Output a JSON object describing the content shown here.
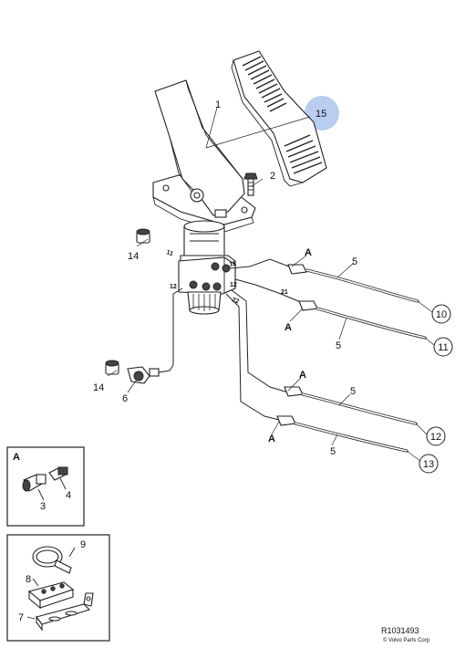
{
  "diagram": {
    "parts": {
      "p1": "1",
      "p2": "2",
      "p3": "3",
      "p4": "4",
      "p5a": "5",
      "p5b": "5",
      "p5c": "5",
      "p5d": "5",
      "p6": "6",
      "p7": "7",
      "p8": "8",
      "p9": "9",
      "p10": "10",
      "p11": "11",
      "p12": "12",
      "p13": "13",
      "p14a": "14",
      "p14b": "14",
      "p15": "15"
    },
    "detail_letters": {
      "a1": "A",
      "a2": "A",
      "a3": "A",
      "a4": "A",
      "inset": "A"
    },
    "port_labels": {
      "left11": "11",
      "right11": "11",
      "left12": "12",
      "right12": "12",
      "port21": "21",
      "port22": "22"
    },
    "highlight_color": "#b9cdf0",
    "reference": "R1031493",
    "copyright": "© Volvo Parts Corp"
  }
}
